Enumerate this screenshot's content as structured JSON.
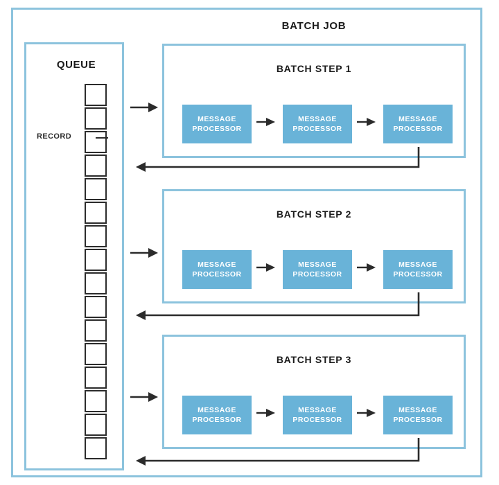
{
  "diagram": {
    "title": "BATCH JOB",
    "queue": {
      "title": "QUEUE",
      "record_label": "RECORD",
      "record_count": 16
    },
    "steps": [
      {
        "title": "BATCH STEP 1",
        "processors": [
          {
            "line1": "MESSAGE",
            "line2": "PROCESSOR"
          },
          {
            "line1": "MESSAGE",
            "line2": "PROCESSOR"
          },
          {
            "line1": "MESSAGE",
            "line2": "PROCESSOR"
          }
        ]
      },
      {
        "title": "BATCH STEP 2",
        "processors": [
          {
            "line1": "MESSAGE",
            "line2": "PROCESSOR"
          },
          {
            "line1": "MESSAGE",
            "line2": "PROCESSOR"
          },
          {
            "line1": "MESSAGE",
            "line2": "PROCESSOR"
          }
        ]
      },
      {
        "title": "BATCH STEP 3",
        "processors": [
          {
            "line1": "MESSAGE",
            "line2": "PROCESSOR"
          },
          {
            "line1": "MESSAGE",
            "line2": "PROCESSOR"
          },
          {
            "line1": "MESSAGE",
            "line2": "PROCESSOR"
          }
        ]
      }
    ],
    "colors": {
      "frame_border": "#8cc3dd",
      "processor_fill": "#69b3d8",
      "processor_text": "#ffffff",
      "arrow": "#2b2b2b",
      "record_border": "#2b2b2b",
      "background": "#ffffff"
    }
  }
}
